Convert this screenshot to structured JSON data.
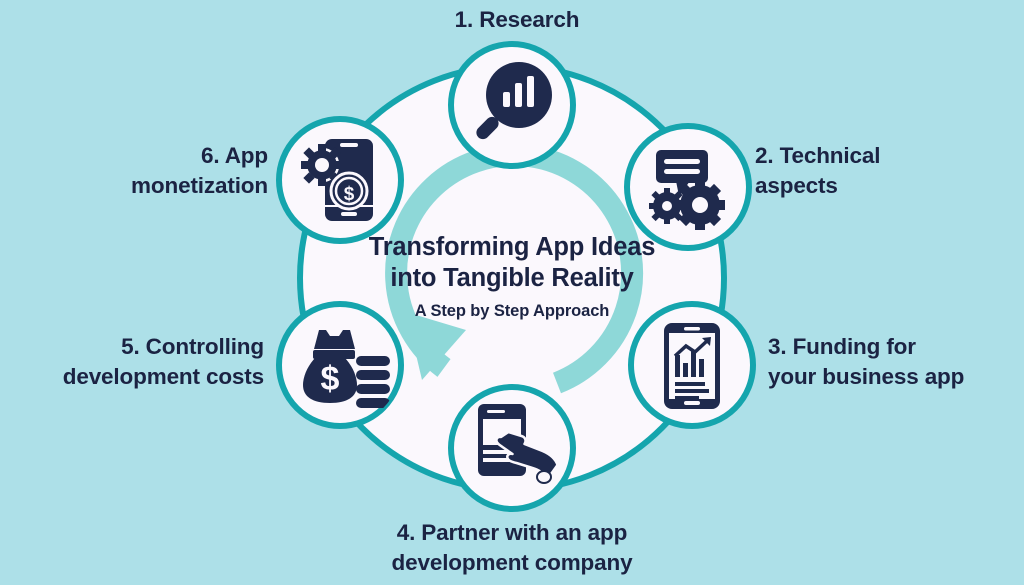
{
  "meta": {
    "background_color": "#ade0e8",
    "ring_color": "#15a5ad",
    "arrow_color": "#8ed8d8",
    "node_fill": "#fbf8fd",
    "icon_color": "#1f2a4d",
    "text_color": "#1b2343"
  },
  "center": {
    "title_line1": "Transforming App Ideas",
    "title_line2": "into Tangible Reality",
    "subtitle": "A Step by Step Approach"
  },
  "steps": [
    {
      "id": "research",
      "label_line1": "1. Research",
      "label_line2": "",
      "icon": "magnifier-bar-chart-icon",
      "position": "top"
    },
    {
      "id": "technical-aspects",
      "label_line1": "2. Technical",
      "label_line2": "aspects",
      "icon": "chat-gears-icon",
      "position": "top-right"
    },
    {
      "id": "funding",
      "label_line1": "3. Funding for",
      "label_line2": "your business app",
      "icon": "phone-growth-chart-icon",
      "position": "bottom-right"
    },
    {
      "id": "partner-app-development",
      "label_line1": "4. Partner with an app",
      "label_line2": "development company",
      "icon": "hand-tap-phone-icon",
      "position": "bottom"
    },
    {
      "id": "controlling-development-costs",
      "label_line1": "5. Controlling",
      "label_line2": "development costs",
      "icon": "money-bag-coins-icon",
      "position": "bottom-left"
    },
    {
      "id": "app-monetization",
      "label_line1": "6. App",
      "label_line2": "monetization",
      "icon": "phone-gear-dollar-icon",
      "position": "top-left"
    }
  ]
}
